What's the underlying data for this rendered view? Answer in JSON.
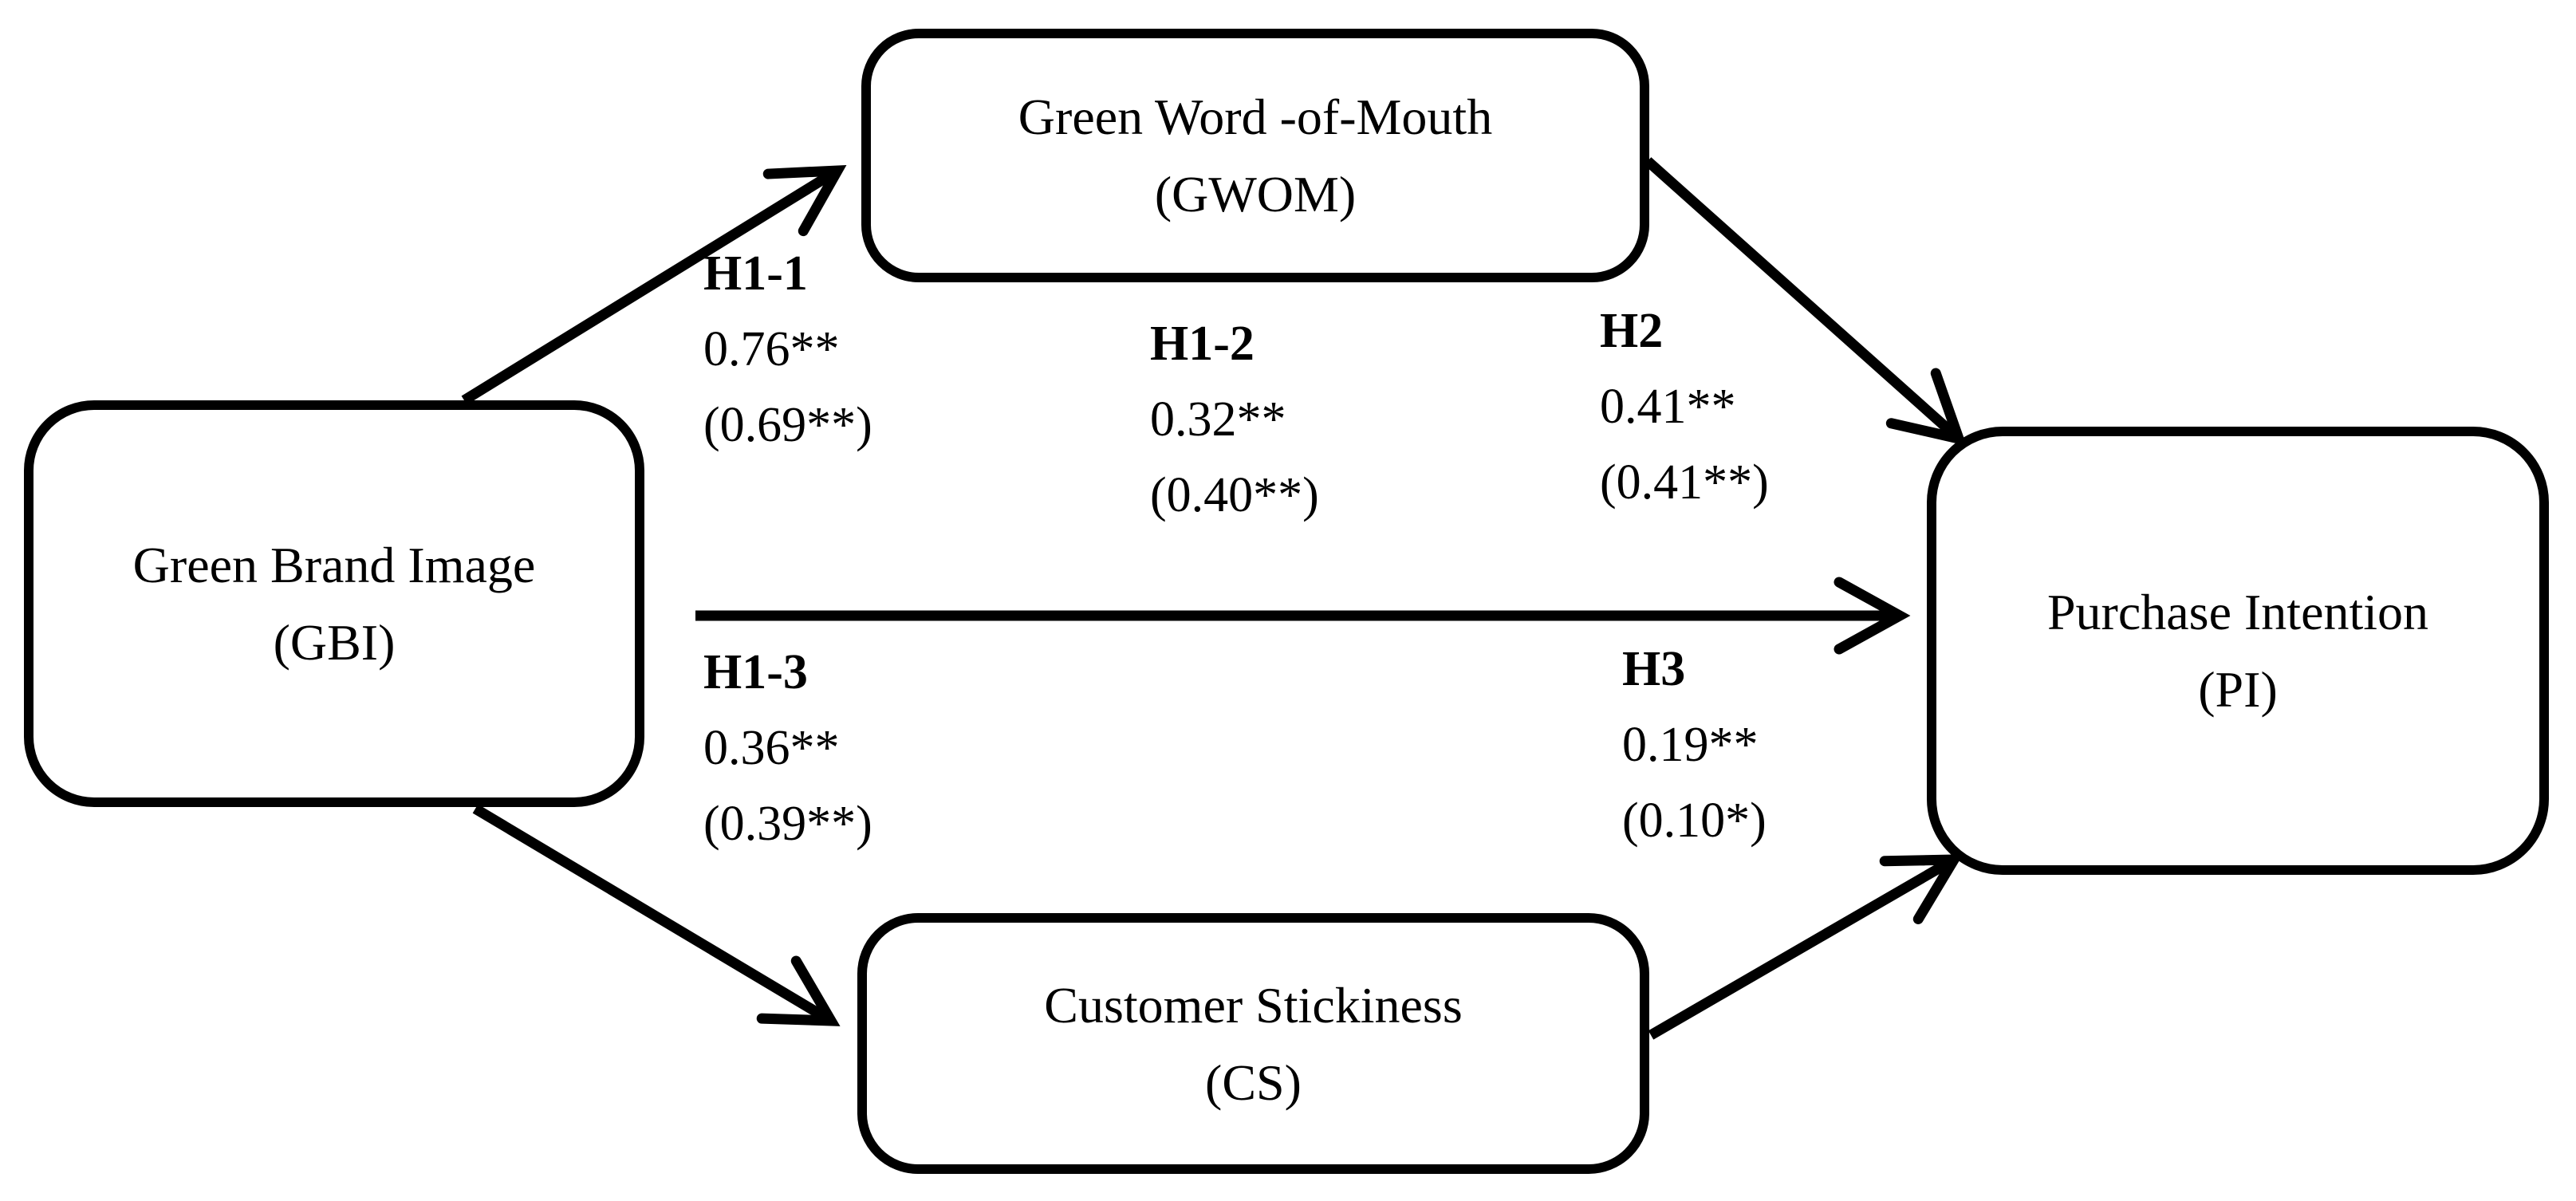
{
  "figure": {
    "background_color": "#ffffff",
    "ink_color": "#000000",
    "type": "structural-path-model-diagram"
  },
  "nodes": {
    "gbi": {
      "title": "Green Brand Image",
      "abbr": "(GBI)"
    },
    "gwom": {
      "title": "Green Word -of-Mouth",
      "abbr": "(GWOM)"
    },
    "cs": {
      "title": "Customer Stickiness",
      "abbr": "(CS)"
    },
    "pi": {
      "title": "Purchase Intention",
      "abbr": "(PI)"
    }
  },
  "arrows": [
    {
      "from": "GBI",
      "to": "GWOM"
    },
    {
      "from": "GBI",
      "to": "PI"
    },
    {
      "from": "GBI",
      "to": "CS"
    },
    {
      "from": "GWOM",
      "to": "PI"
    },
    {
      "from": "CS",
      "to": "PI"
    }
  ],
  "labels": {
    "h1_1": {
      "hypothesis": "H1-1",
      "coefficient": "0.76**",
      "alt_coefficient": "(0.69**)"
    },
    "h1_2": {
      "hypothesis": "H1-2",
      "coefficient": "0.32**",
      "alt_coefficient": "(0.40**)"
    },
    "h2": {
      "hypothesis": "H2",
      "coefficient": "0.41**",
      "alt_coefficient": "(0.41**)"
    },
    "h1_3": {
      "hypothesis": "H1-3",
      "coefficient": "0.36**",
      "alt_coefficient": "(0.39**)"
    },
    "h3": {
      "hypothesis": "H3",
      "coefficient": "0.19**",
      "alt_coefficient": "(0.10*)"
    }
  }
}
